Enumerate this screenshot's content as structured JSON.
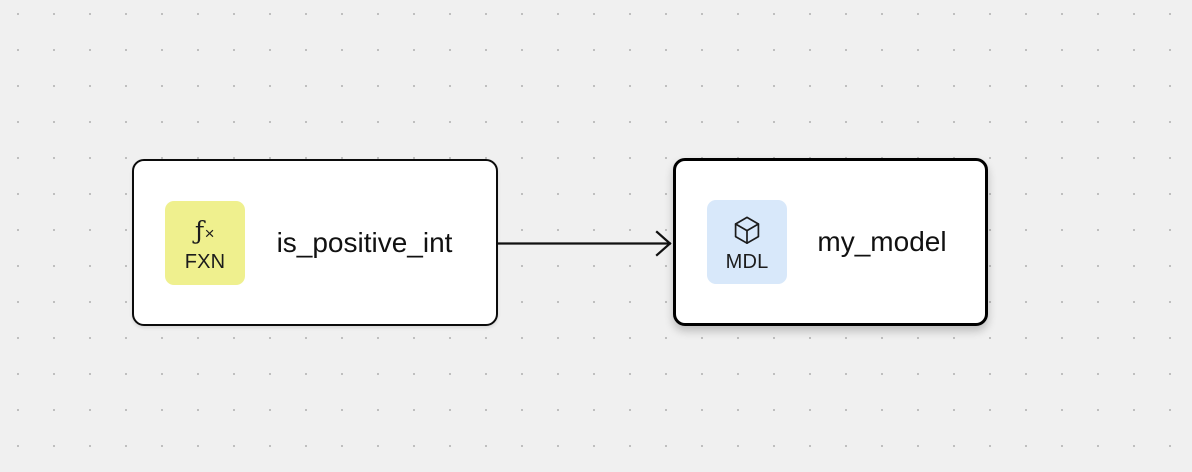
{
  "canvas": {
    "background_color": "#f0f0f0",
    "grid_dot_color": "#bfbfbf",
    "grid_spacing": 36
  },
  "nodes": [
    {
      "id": "fxn-node",
      "title": "is_positive_int",
      "badge": {
        "abbr": "FXN",
        "glyph_symbol": "ƒ",
        "glyph_suffix": "×",
        "icon_name": "function-icon",
        "background_color": "#eff08e"
      },
      "border_color": "#0b0b0b",
      "selected": false
    },
    {
      "id": "mdl-node",
      "title": "my_model",
      "badge": {
        "abbr": "MDL",
        "icon_name": "cube-icon",
        "background_color": "#d8e8fa"
      },
      "border_color": "#000000",
      "selected": true
    }
  ],
  "edges": [
    {
      "id": "edge-fxn-to-mdl",
      "from": "fxn-node",
      "to": "mdl-node",
      "color": "#111111",
      "arrowhead": "chevron"
    }
  ]
}
